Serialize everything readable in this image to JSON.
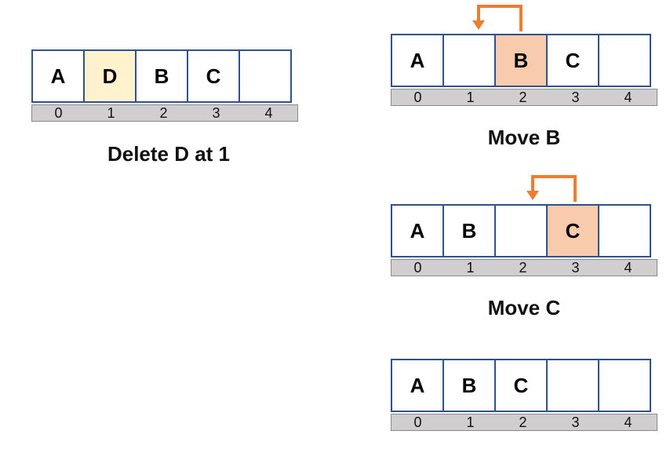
{
  "colors": {
    "border": "#2f528f",
    "deleted_highlight": "#fff2cc",
    "moving_highlight": "#f8cbad",
    "index_bar": "#d0cece",
    "arrow": "#ed7d31"
  },
  "initial": {
    "cells": [
      "A",
      "D",
      "B",
      "C",
      ""
    ],
    "highlight_index": 1,
    "indices": [
      "0",
      "1",
      "2",
      "3",
      "4"
    ],
    "caption": "Delete D at 1"
  },
  "step1": {
    "cells": [
      "A",
      "",
      "B",
      "C",
      ""
    ],
    "highlight_index": 2,
    "indices": [
      "0",
      "1",
      "2",
      "3",
      "4"
    ],
    "caption": "Move B"
  },
  "step2": {
    "cells": [
      "A",
      "B",
      "",
      "C",
      ""
    ],
    "highlight_index": 3,
    "indices": [
      "0",
      "1",
      "2",
      "3",
      "4"
    ],
    "caption": "Move C"
  },
  "final": {
    "cells": [
      "A",
      "B",
      "C",
      "",
      ""
    ],
    "indices": [
      "0",
      "1",
      "2",
      "3",
      "4"
    ]
  }
}
